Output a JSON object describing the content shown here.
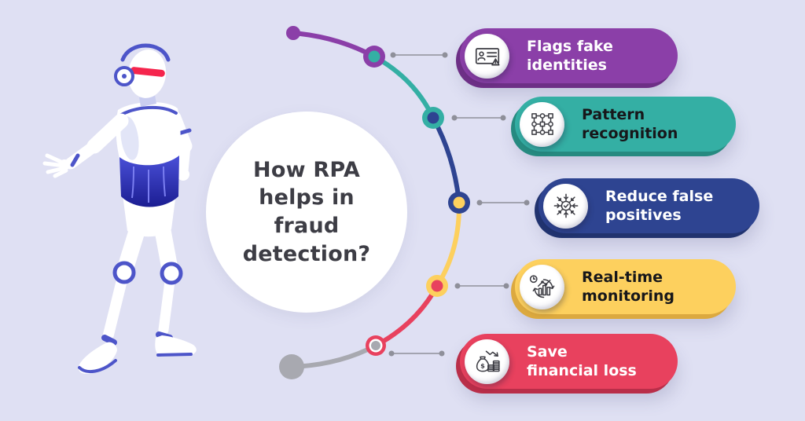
{
  "palette": {
    "background": "#dfe0f3",
    "purple": "#8b3fa8",
    "teal": "#34afa4",
    "blue": "#2e4491",
    "yellow": "#fdd05e",
    "red": "#e8415e",
    "gray": "#a8a9b0",
    "connector": "#8f909a",
    "center_circle_fill": "#ffffff",
    "title_color": "#3d3d45",
    "icon_stroke": "#3b3b42",
    "node_inner_white": "#ffffff"
  },
  "title": {
    "text": "How RPA\nhelps in\nfraud\ndetection?"
  },
  "items": [
    {
      "line1": "Flags fake",
      "line2": "identities",
      "color": "#8b3fa8",
      "shade": "#6d2f86",
      "text_color": "#ffffff",
      "icon": "id-card-warning-icon"
    },
    {
      "line1": "Pattern",
      "line2": "recognition",
      "color": "#34afa4",
      "shade": "#268a80",
      "text_color": "#17171a",
      "icon": "pattern-grid-icon"
    },
    {
      "line1": "Reduce false",
      "line2": "positives",
      "color": "#2e4491",
      "shade": "#21336f",
      "text_color": "#ffffff",
      "icon": "gear-check-arrows-icon"
    },
    {
      "line1": "Real-time",
      "line2": "monitoring",
      "color": "#fdd05e",
      "shade": "#dca93f",
      "text_color": "#17171a",
      "icon": "chart-refresh-clock-icon"
    },
    {
      "line1": "Save",
      "line2": "financial loss",
      "color": "#e8415e",
      "shade": "#b92e49",
      "text_color": "#ffffff",
      "icon": "money-loss-icon"
    }
  ],
  "robot": {
    "visor_color": "#f5254d",
    "accent_color": "#4d55c9",
    "body_color": "#ffffff"
  }
}
